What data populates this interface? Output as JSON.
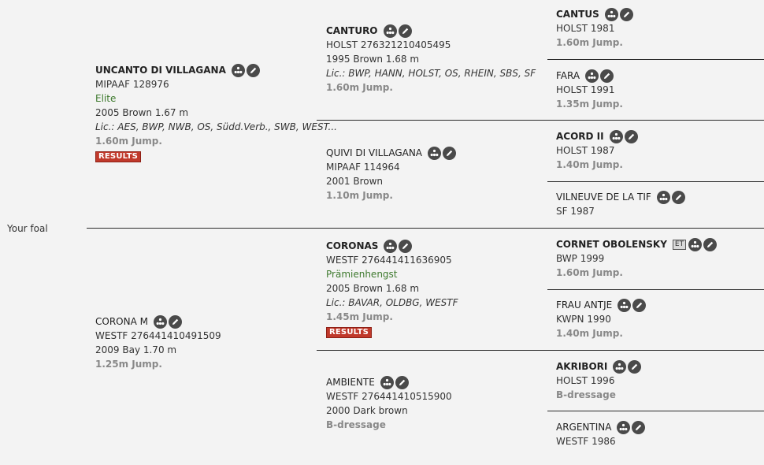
{
  "foal_label": "Your foal",
  "horses": {
    "sire": {
      "name": "UNCANTO DI VILLAGANA",
      "reg": "MIPAAF 128976",
      "predicate": "Elite",
      "birth": "2005 Brown 1.67 m",
      "lic": "Lic.: AES, BWP, NWB, OS, Südd.Verb., SWB, WEST...",
      "jump": "1.60m Jump.",
      "results": "RESULTS"
    },
    "dam": {
      "name": "CORONA M",
      "reg": "WESTF 276441410491509",
      "birth": "2009 Bay 1.70 m",
      "jump": "1.25m Jump."
    },
    "ss": {
      "name": "CANTURO",
      "reg": "HOLST 276321210405495",
      "birth": "1995 Brown 1.68 m",
      "lic": "Lic.: BWP, HANN, HOLST, OS, RHEIN, SBS, SF",
      "jump": "1.60m Jump."
    },
    "sd": {
      "name": "QUIVI DI VILLAGANA",
      "reg": "MIPAAF 114964",
      "birth": "2001 Brown",
      "jump": "1.10m Jump."
    },
    "ds": {
      "name": "CORONAS",
      "reg": "WESTF 276441411636905",
      "predicate": "Prämienhengst",
      "birth": "2005 Brown 1.68 m",
      "lic": "Lic.: BAVAR, OLDBG, WESTF",
      "jump": "1.45m Jump.",
      "results": "RESULTS"
    },
    "dd": {
      "name": "AMBIENTE",
      "reg": "WESTF 276441410515900",
      "birth": "2000 Dark brown",
      "jump": "B-dressage"
    },
    "sss": {
      "name": "CANTUS",
      "reg": "HOLST 1981",
      "jump": "1.60m Jump."
    },
    "ssd": {
      "name": "FARA",
      "reg": "HOLST 1991",
      "jump": "1.35m Jump."
    },
    "sds": {
      "name": "ACORD II",
      "reg": "HOLST 1987",
      "jump": "1.40m Jump."
    },
    "sdd": {
      "name": "VILNEUVE DE LA TIF",
      "reg": "SF 1987"
    },
    "dss": {
      "name": "CORNET OBOLENSKY",
      "et": "ET",
      "reg": "BWP 1999",
      "jump": "1.60m Jump."
    },
    "dsd": {
      "name": "FRAU ANTJE",
      "reg": "KWPN 1990",
      "jump": "1.40m Jump."
    },
    "dds": {
      "name": "AKRIBORI",
      "reg": "HOLST 1996",
      "jump": "B-dressage"
    },
    "ddd": {
      "name": "ARGENTINA",
      "reg": "WESTF 1986"
    }
  },
  "icons": {
    "pedigree": "pedigree-tree-icon",
    "edit": "edit-pencil-icon"
  },
  "colors": {
    "results_bg": "#c0392b",
    "predicate": "#3e7a2e",
    "icon_bg": "#4a4a4a",
    "jump": "#888888"
  }
}
